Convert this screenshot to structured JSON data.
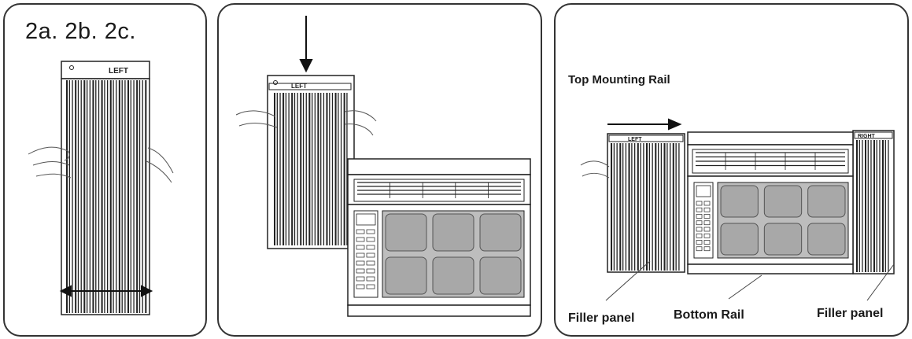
{
  "panel1": {
    "step_label": "2a. 2b. 2c.",
    "panel_tag": "LEFT"
  },
  "panel2": {
    "panel_tag": "LEFT"
  },
  "panel3": {
    "top_rail_label": "Top Mounting Rail",
    "left_filler_label": "Filler panel",
    "bottom_rail_label": "Bottom Rail",
    "right_filler_label": "Filler panel",
    "left_tag": "LEFT",
    "right_tag": "RIGHT"
  },
  "colors": {
    "line": "#222222",
    "panel_border": "#333333",
    "mesh": "#9a9a9a"
  },
  "icons": [
    "double-arrow-icon",
    "down-arrow-icon",
    "right-arrow-icon",
    "hand-icon"
  ]
}
